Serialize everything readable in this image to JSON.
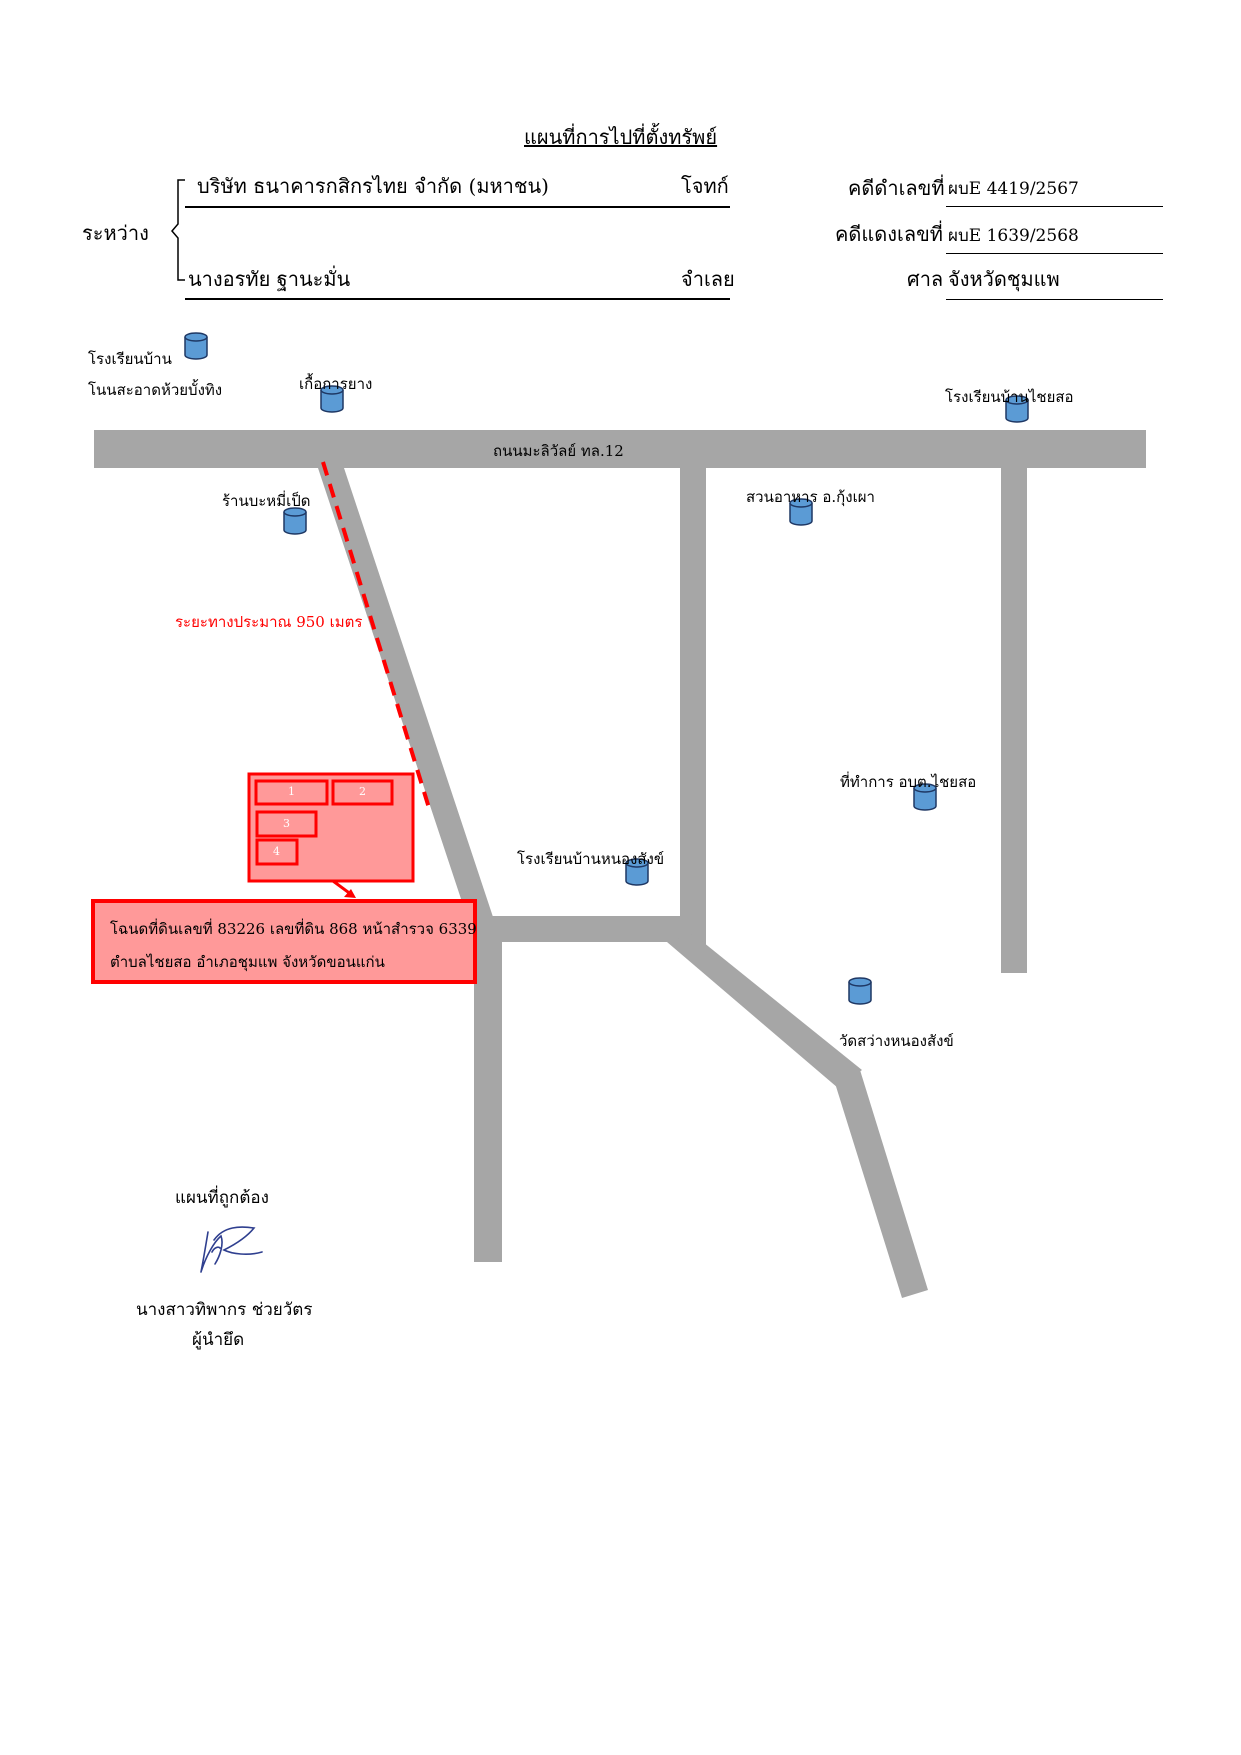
{
  "header": {
    "title": "แผนที่การไปที่ตั้งทรัพย์",
    "between_label": "ระหว่าง",
    "plaintiff_name": "บริษัท ธนาคารกสิกรไทย จำกัด (มหาชน)",
    "plaintiff_role": "โจทก์",
    "defendant_name": "นางอรทัย ฐานะมั่น",
    "defendant_role": "จำเลย",
    "black_case_label": "คดีดำเลขที่",
    "black_case_value": "ผบE 4419/2567",
    "red_case_label": "คดีแดงเลขที่",
    "red_case_value": "ผบE 1639/2568",
    "court_label": "ศาล",
    "court_value": "จังหวัดชุมแพ"
  },
  "map": {
    "road_name": "ถนนมะลิวัลย์ ทล.12",
    "distance_label": "ระยะทางประมาณ 950 เมตร",
    "landmarks": {
      "school_nonsaat_line1": "โรงเรียนบ้าน",
      "school_nonsaat_line2": "โนนสะอาดห้วยบั้งทิง",
      "rubber_shed": "เกื้อการยาง",
      "school_chaiso": "โรงเรียนบ้านไชยสอ",
      "noodle_shop": "ร้านบะหมี่เป็ด",
      "restaurant": "สวนอาหาร อ.กุ้งเผา",
      "sao_office": "ที่ทำการ อบต.ไชยสอ",
      "school_nongsang": "โรงเรียนบ้านหนองสังข์",
      "temple": "วัดสว่างหนองสังข์"
    },
    "plots": [
      "1",
      "2",
      "3",
      "4"
    ],
    "property_line1": "โฉนดที่ดินเลขที่ 83226  เลขที่ดิน 868   หน้าสำรวจ 6339",
    "property_line2": "ตำบลไชยสอ   อำเภอชุมแพ   จังหวัดขอนแก่น",
    "colors": {
      "road": "#a6a6a6",
      "marker_fill": "#5b9bd5",
      "marker_stroke": "#1f3864",
      "highlight_fill": "#ff9999",
      "highlight_stroke": "#ff0000",
      "distance_text": "#ff0000"
    }
  },
  "signature": {
    "approval_label": "แผนที่ถูกต้อง",
    "signer_name": "นางสาวทิพากร ช่วยวัตร",
    "signer_role": "ผู้นำยึด"
  }
}
